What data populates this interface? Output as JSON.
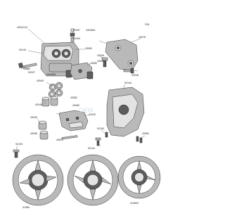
{
  "diagram_code": "F08",
  "watermark": "OEM",
  "labels": [
    {
      "id": "l1",
      "text": "43041/14"
    },
    {
      "id": "l2",
      "text": "92144"
    },
    {
      "id": "l3",
      "text": "92069"
    },
    {
      "id": "l4",
      "text": "92027"
    },
    {
      "id": "l5",
      "text": "43048/A"
    },
    {
      "id": "l6",
      "text": "92067"
    },
    {
      "id": "l7",
      "text": "43048/A"
    },
    {
      "id": "l8",
      "text": "92093"
    },
    {
      "id": "l9",
      "text": "43082"
    },
    {
      "id": "l10",
      "text": "44078"
    },
    {
      "id": "l11",
      "text": "43080"
    },
    {
      "id": "l12",
      "text": "43049"
    },
    {
      "id": "l13",
      "text": "43049"
    },
    {
      "id": "l14",
      "text": "43048"
    },
    {
      "id": "l15",
      "text": "43049"
    },
    {
      "id": "l16",
      "text": "43082"
    },
    {
      "id": "l17",
      "text": "43080"
    },
    {
      "id": "l18",
      "text": "43048"
    },
    {
      "id": "l19",
      "text": "92144"
    },
    {
      "id": "l20",
      "text": "43049"
    },
    {
      "id": "l21",
      "text": "43048"
    },
    {
      "id": "l22",
      "text": "43051"
    },
    {
      "id": "l23",
      "text": "41040"
    },
    {
      "id": "l24",
      "text": "92150"
    },
    {
      "id": "l25",
      "text": "92144"
    },
    {
      "id": "l26",
      "text": "43082"
    },
    {
      "id": "l27",
      "text": "92153"
    },
    {
      "id": "l28",
      "text": "41080"
    },
    {
      "id": "l29",
      "text": "410800"
    }
  ]
}
